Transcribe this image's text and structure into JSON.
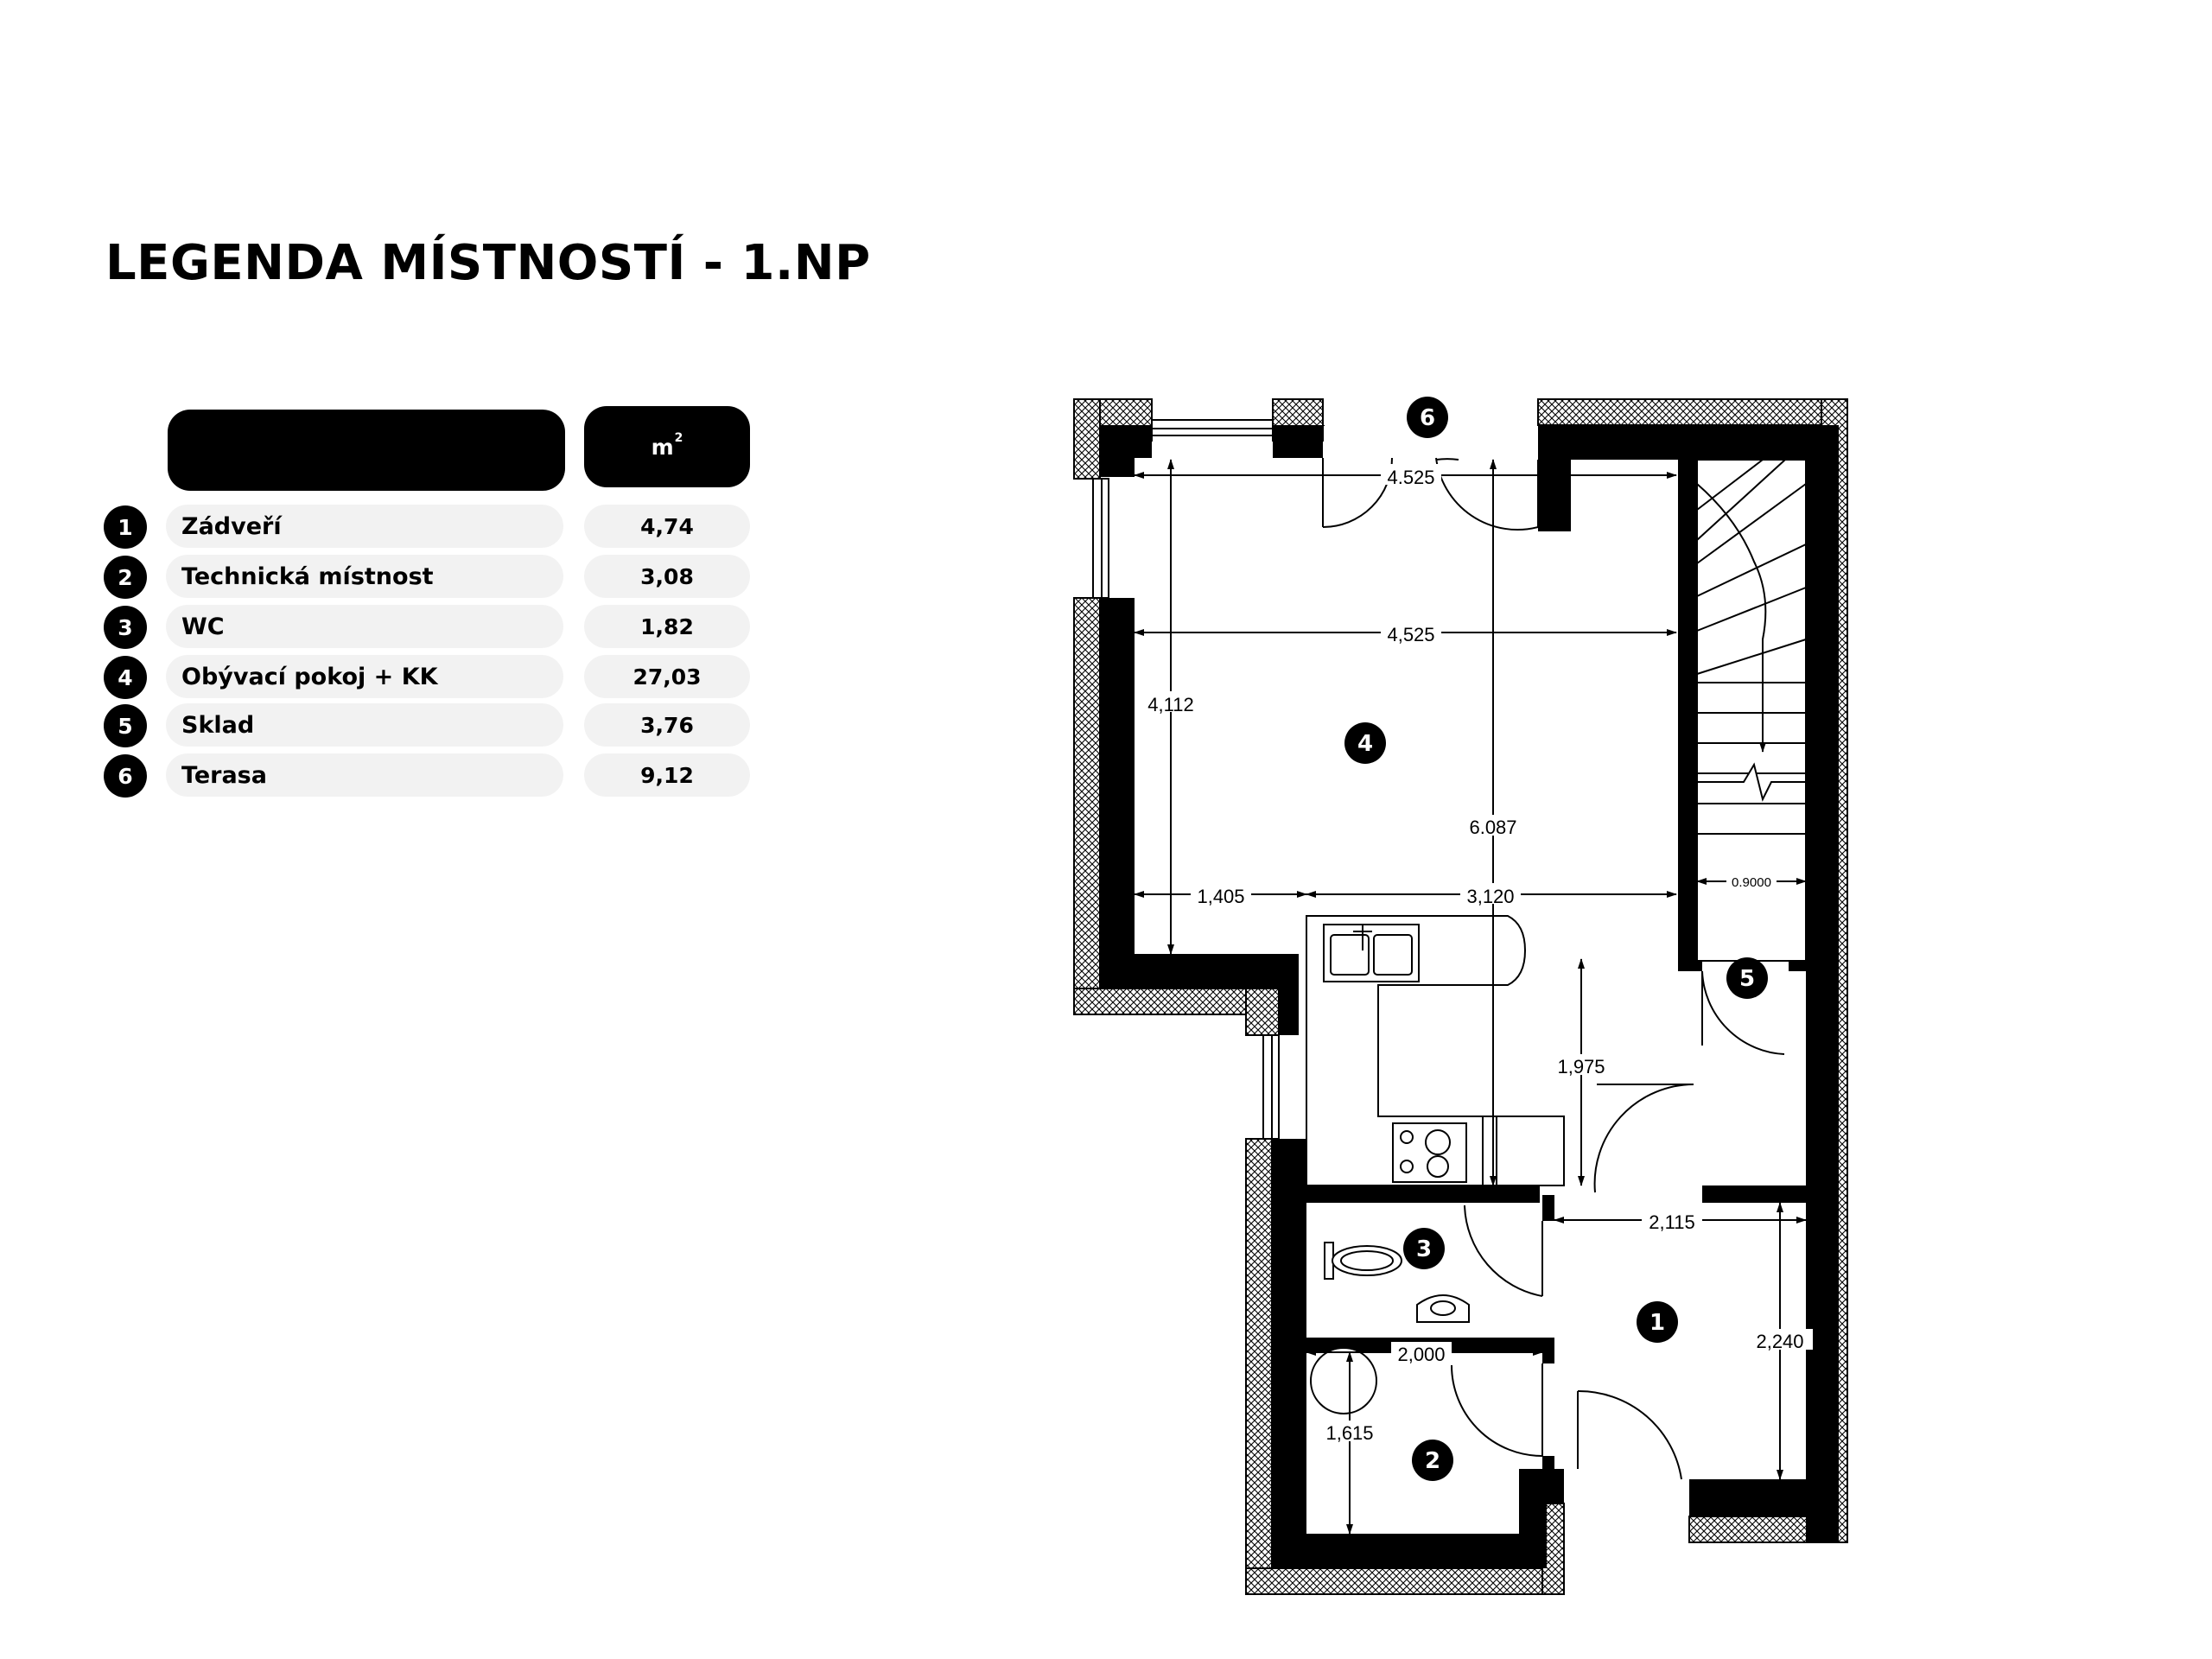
{
  "title": "LEGENDA MÍSTNOSTÍ - 1.NP",
  "legend": {
    "area_header": "m",
    "area_header_sup": "2",
    "rows": [
      {
        "num": "1",
        "name": "Zádveří",
        "area": "4,74"
      },
      {
        "num": "2",
        "name": "Technická místnost",
        "area": "3,08"
      },
      {
        "num": "3",
        "name": "WC",
        "area": "1,82"
      },
      {
        "num": "4",
        "name": "Obývací pokoj + KK",
        "area": "27,03"
      },
      {
        "num": "5",
        "name": "Sklad",
        "area": "3,76"
      },
      {
        "num": "6",
        "name": "Terasa",
        "area": "9,12"
      }
    ]
  },
  "plan": {
    "markers": [
      "1",
      "2",
      "3",
      "4",
      "5",
      "6"
    ],
    "dimensions": {
      "top_width": "4.525",
      "living_width": "4,525",
      "living_depth": "4,112",
      "overall_depth": "6.087",
      "left_segment": "1,405",
      "right_segment": "3,120",
      "stair_width": "0.9000",
      "kitchen_depth": "1,975",
      "entry_width": "2,115",
      "entry_depth": "2,240",
      "tech_width": "2,000",
      "tech_depth": "1,615"
    }
  }
}
